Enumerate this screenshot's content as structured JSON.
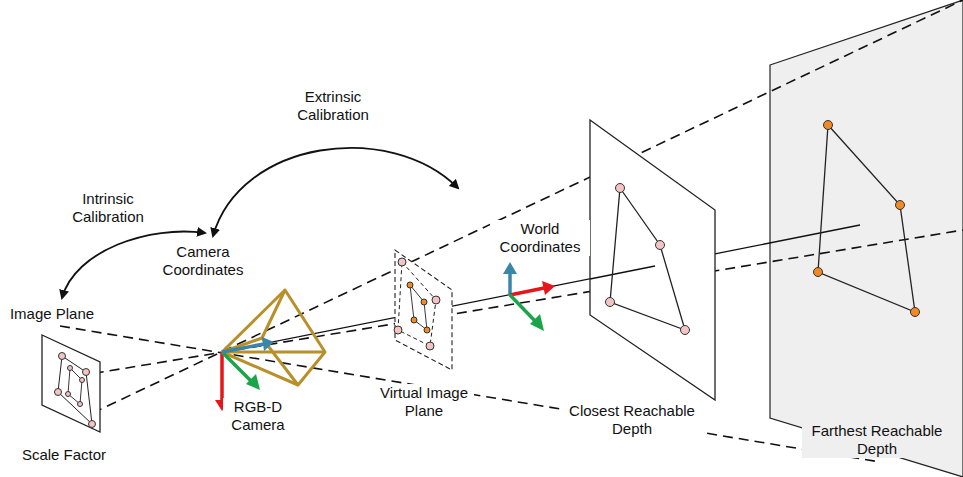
{
  "diagram": {
    "labels": [
      "Intrinsic Calibration",
      "Extrinsic Calibration",
      "Camera Coordinates",
      "World Coordinates",
      "Image Plane",
      "Virtual Image Plane",
      "Closest Reachable Depth",
      "Farthest Reachable Depth",
      "RGB-D Camera",
      "Scale Factor"
    ]
  }
}
